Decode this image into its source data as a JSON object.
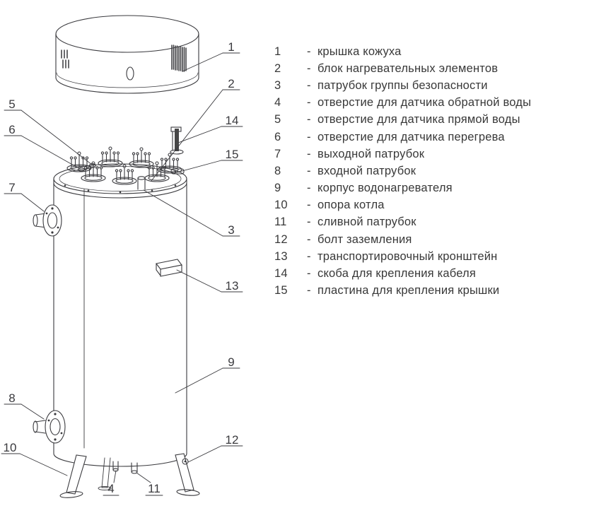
{
  "page": {
    "background": "#ffffff",
    "ink": "#3a3a3e"
  },
  "legend": {
    "dash": "-",
    "items": [
      {
        "n": "1",
        "t": "крышка кожуха"
      },
      {
        "n": "2",
        "t": "блок нагревательных элементов"
      },
      {
        "n": "3",
        "t": "патрубок группы безопасности"
      },
      {
        "n": "4",
        "t": "отверстие для датчика обратной воды"
      },
      {
        "n": "5",
        "t": "отверстие для датчика прямой воды"
      },
      {
        "n": "6",
        "t": "отверстие для датчика перегрева"
      },
      {
        "n": "7",
        "t": "выходной патрубок"
      },
      {
        "n": "8",
        "t": "входной патрубок"
      },
      {
        "n": "9",
        "t": "корпус водонагревателя"
      },
      {
        "n": "10",
        "t": "опора котла"
      },
      {
        "n": "11",
        "t": "сливной патрубок"
      },
      {
        "n": "12",
        "t": "болт заземления"
      },
      {
        "n": "13",
        "t": "транспортировочный кронштейн"
      },
      {
        "n": "14",
        "t": "скоба для крепления кабеля"
      },
      {
        "n": "15",
        "t": "пластина для крепления крышки"
      }
    ]
  }
}
